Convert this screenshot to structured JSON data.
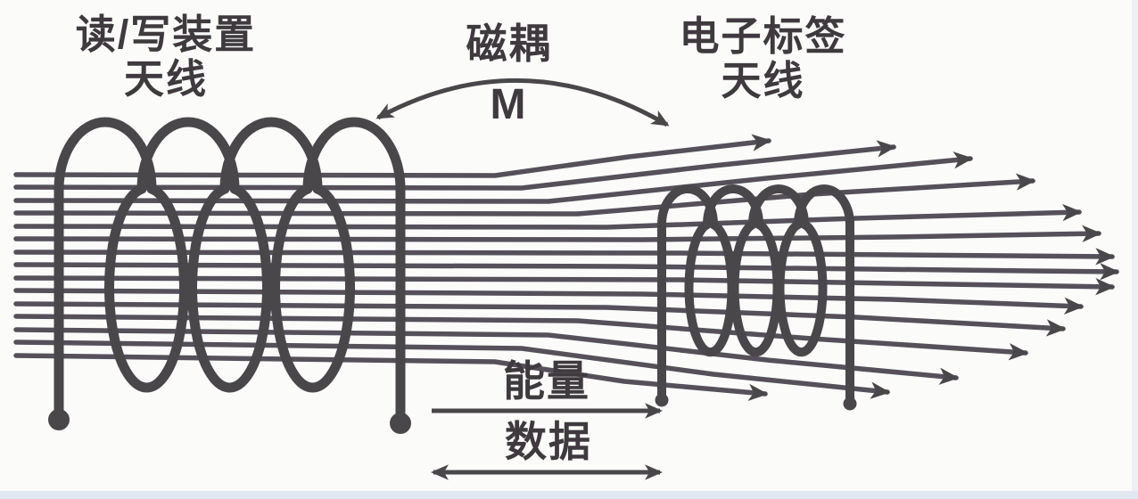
{
  "labels": {
    "reader_antenna_line1": "读/写装置",
    "reader_antenna_line2": "天线",
    "coupling_title": "磁耦",
    "coupling_symbol": "M",
    "tag_antenna_line1": "电子标签",
    "tag_antenna_line2": "天线",
    "energy": "能量",
    "data": "数据"
  },
  "arrows": {
    "coupling_direction": "both",
    "energy_direction": "right",
    "data_direction": "both"
  },
  "colors": {
    "ink": "#4a474b",
    "field_line_ink": "#55505a",
    "background": "#fbfbfa",
    "edge_tint": "#e2e8f1"
  }
}
